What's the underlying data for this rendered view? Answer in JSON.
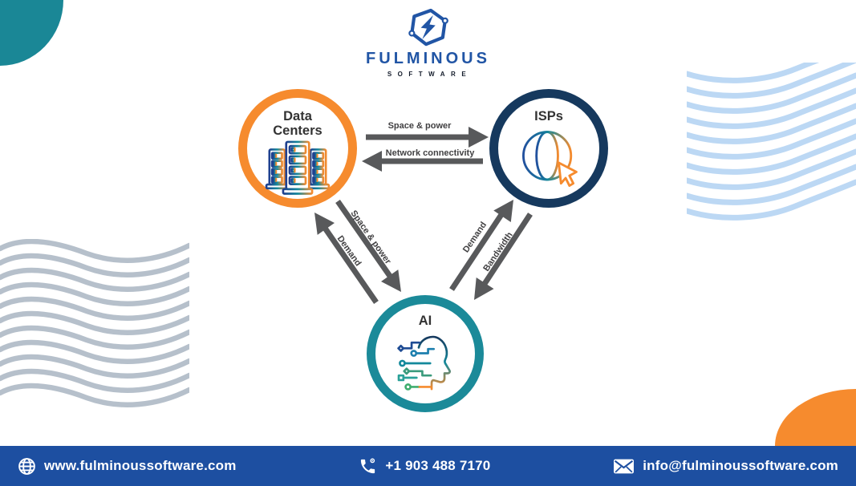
{
  "brand": {
    "name": "FULMINOUS",
    "tagline": "SOFTWARE",
    "logo_icon": "hexagon-lightning-bolt-icon",
    "logo_color": "#2155a5"
  },
  "diagram": {
    "nodes": [
      {
        "id": "data-centers",
        "label_lines": [
          "Data",
          "Centers"
        ],
        "ring_color": "#f68b2e",
        "icon": "server-rack-icon"
      },
      {
        "id": "isps",
        "label": "ISPs",
        "ring_color": "#16395e",
        "icon": "globe-cursor-icon"
      },
      {
        "id": "ai",
        "label": "AI",
        "ring_color": "#1b8a99",
        "icon": "ai-head-circuit-icon"
      }
    ],
    "edges": [
      {
        "from": "Data Centers",
        "to": "ISPs",
        "label": "Space & power"
      },
      {
        "from": "ISPs",
        "to": "Data Centers",
        "label": "Network connectivity"
      },
      {
        "from": "Data Centers",
        "to": "AI",
        "label": "Space & power"
      },
      {
        "from": "AI",
        "to": "Data Centers",
        "label": "Demand"
      },
      {
        "from": "AI",
        "to": "ISPs",
        "label": "Demand"
      },
      {
        "from": "ISPs",
        "to": "AI",
        "label": "Bandwidth"
      }
    ],
    "arrow_color": "#58595b"
  },
  "footer": {
    "background_color": "#1d4fa1",
    "items": [
      {
        "icon": "globe-icon",
        "text": "www.fulminoussoftware.com"
      },
      {
        "icon": "phone-icon",
        "text": "+1 903 488 7170"
      },
      {
        "icon": "envelope-icon",
        "text": "info@fulminoussoftware.com"
      }
    ]
  },
  "decor": {
    "teal_corner_color": "#1a8796",
    "orange_corner_color": "#f68b2e",
    "right_wave_color": "#bcd8f4",
    "left_wave_color": "#b6c0cb"
  }
}
